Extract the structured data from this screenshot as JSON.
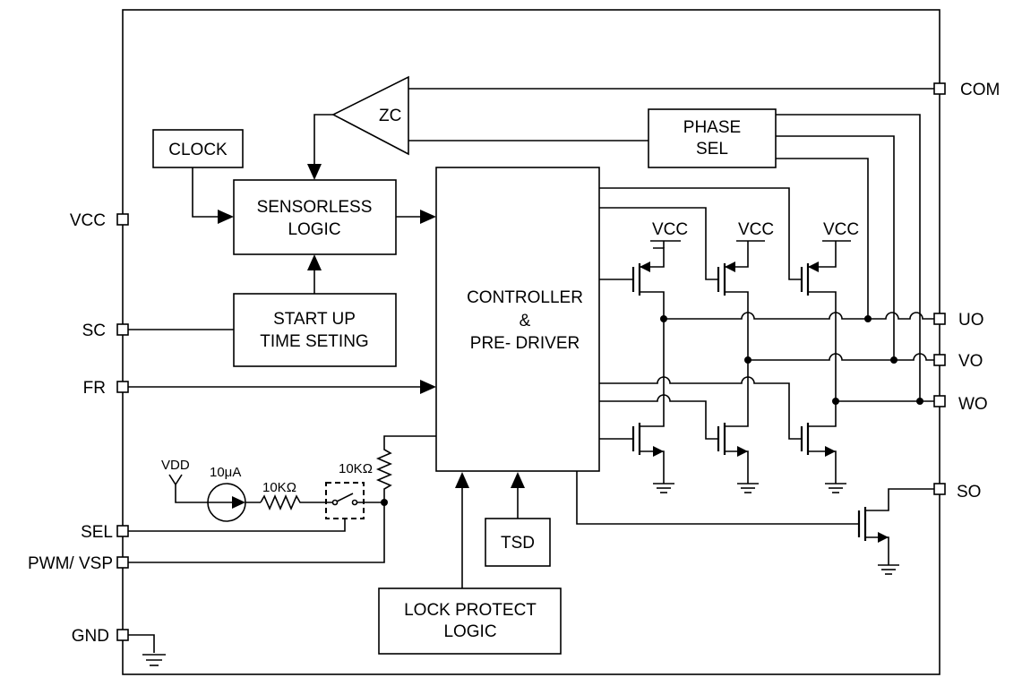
{
  "pins": {
    "vcc": "VCC",
    "sc": "SC",
    "fr": "FR",
    "sel": "SEL",
    "pwm_vsp": "PWM/ VSP",
    "gnd": "GND",
    "com": "COM",
    "uo": "UO",
    "vo": "VO",
    "wo": "WO",
    "so": "SO"
  },
  "blocks": {
    "zc": "ZC",
    "clock": "CLOCK",
    "sensorless_line1": "SENSORLESS",
    "sensorless_line2": "LOGIC",
    "startup_line1": "START UP",
    "startup_line2": "TIME SETING",
    "phase_line1": "PHASE",
    "phase_line2": "SEL",
    "controller_line1": "CONTROLLER",
    "controller_line2": "&",
    "controller_line3": "PRE- DRIVER",
    "tsd": "TSD",
    "lock_line1": "LOCK PROTECT",
    "lock_line2": "LOGIC"
  },
  "supply": {
    "vcc": "VCC",
    "vdd": "VDD"
  },
  "components": {
    "current_source": "10μA",
    "resistor_series": "10KΩ",
    "resistor_pullup": "10KΩ"
  }
}
